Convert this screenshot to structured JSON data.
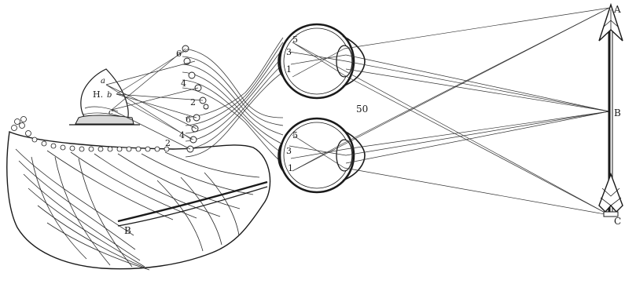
{
  "figure": {
    "number": "50",
    "arrow_labels": {
      "top": "A",
      "middle": "B",
      "bottom": "C"
    },
    "retina_points": [
      "5",
      "3",
      "1"
    ],
    "fiber_numbers": [
      "6",
      "4",
      "2"
    ],
    "brain_labels": {
      "hemisphere": "H.",
      "point_a": "a",
      "point_b": "b",
      "point_c": "c",
      "cerebellum": "B"
    }
  }
}
